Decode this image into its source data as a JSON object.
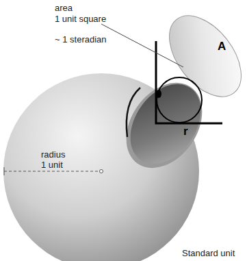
{
  "diagram": {
    "labels": [
      "area",
      "1 unit square",
      "~ 1 steradian",
      "A",
      "r",
      "radius",
      "1 unit",
      "Standard unit"
    ]
  }
}
